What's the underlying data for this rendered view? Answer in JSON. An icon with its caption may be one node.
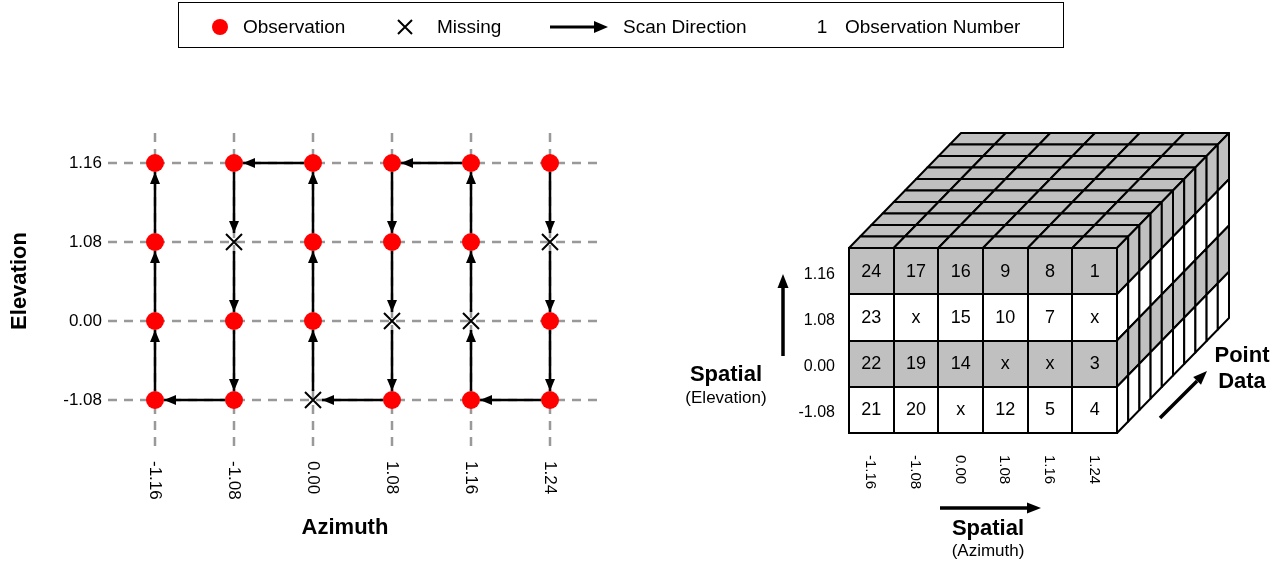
{
  "diagram": {
    "nodes": [
      {
        "text": [],
        "shape": "circle"
      },
      {
        "text": [],
        "shape": "circle"
      },
      {
        "text": [],
        "shape": "circle"
      },
      {
        "text": [],
        "shape": "circle"
      },
      {
        "text": [],
        "shape": "circle"
      },
      {
        "text": [],
        "shape": "circle"
      },
      {
        "text": [],
        "shape": "circle"
      },
      {
        "text": [],
        "shape": "cross"
      },
      {
        "text": [],
        "shape": "circle"
      },
      {
        "text": [],
        "shape": "circle"
      },
      {
        "text": [],
        "shape": "circle"
      },
      {
        "text": [],
        "shape": "cross"
      },
      {
        "text": [],
        "shape": "circle"
      },
      {
        "text": [],
        "shape": "circle"
      },
      {
        "text": [],
        "shape": "circle"
      },
      {
        "text": [],
        "shape": "cross"
      },
      {
        "text": [],
        "shape": "cross"
      },
      {
        "text": [],
        "shape": "circle"
      },
      {
        "text": [],
        "shape": "circle"
      },
      {
        "text": [],
        "shape": "circle"
      },
      {
        "text": [],
        "shape": "cross"
      },
      {
        "text": [],
        "shape": "circle"
      },
      {
        "text": [],
        "shape": "circle"
      },
      {
        "text": [],
        "shape": "circle"
      }
    ],
    "edges": [
      {
        "from": 5,
        "to": 11,
        "arrow": "to"
      },
      {
        "from": 11,
        "to": 17,
        "arrow": "to"
      },
      {
        "from": 17,
        "to": 23,
        "arrow": "to"
      },
      {
        "from": 23,
        "to": 22,
        "arrow": "to"
      },
      {
        "from": 22,
        "to": 16,
        "arrow": "to"
      },
      {
        "from": 16,
        "to": 10,
        "arrow": "to"
      },
      {
        "from": 10,
        "to": 4,
        "arrow": "to"
      },
      {
        "from": 4,
        "to": 3,
        "arrow": "to"
      },
      {
        "from": 3,
        "to": 9,
        "arrow": "to"
      },
      {
        "from": 9,
        "to": 15,
        "arrow": "to"
      },
      {
        "from": 15,
        "to": 21,
        "arrow": "to"
      },
      {
        "from": 21,
        "to": 20,
        "arrow": "to"
      },
      {
        "from": 20,
        "to": 14,
        "arrow": "to"
      },
      {
        "from": 14,
        "to": 8,
        "arrow": "to"
      },
      {
        "from": 8,
        "to": 2,
        "arrow": "to"
      },
      {
        "from": 2,
        "to": 1,
        "arrow": "to"
      },
      {
        "from": 1,
        "to": 7,
        "arrow": "to"
      },
      {
        "from": 7,
        "to": 13,
        "arrow": "to"
      },
      {
        "from": 13,
        "to": 19,
        "arrow": "to"
      },
      {
        "from": 19,
        "to": 18,
        "arrow": "to"
      },
      {
        "from": 18,
        "to": 12,
        "arrow": "to"
      },
      {
        "from": 12,
        "to": 6,
        "arrow": "to"
      },
      {
        "from": 6,
        "to": 0,
        "arrow": "to"
      }
    ],
    "labels": [
      "1",
      "Elevation",
      "1.16",
      "1.08",
      "0.00",
      "-1.08",
      "-1.16",
      "-1.08",
      "0.00",
      "1.08",
      "1.16",
      "1.24",
      "Azimuth",
      "Spatial",
      "(Elevation)",
      "1.16",
      "1.08",
      "0.00",
      "-1.08",
      "24",
      "17",
      "16",
      "9",
      "8",
      "1",
      "23",
      "x",
      "15",
      "10",
      "7",
      "x",
      "22",
      "19",
      "14",
      "x",
      "x",
      "3",
      "21",
      "20",
      "x",
      "12",
      "5",
      "4",
      "Point Data",
      "-1.16",
      "-1.08",
      "0.00",
      "1.08",
      "1.16",
      "1.24",
      "Spatial",
      "(Azimuth)"
    ],
    "legend": [
      {
        "text": "Observation",
        "color": "#ff0000"
      },
      {
        "text": "Missing"
      },
      {
        "text": "Scan Direction"
      },
      {
        "text": "Observation Number"
      }
    ]
  }
}
